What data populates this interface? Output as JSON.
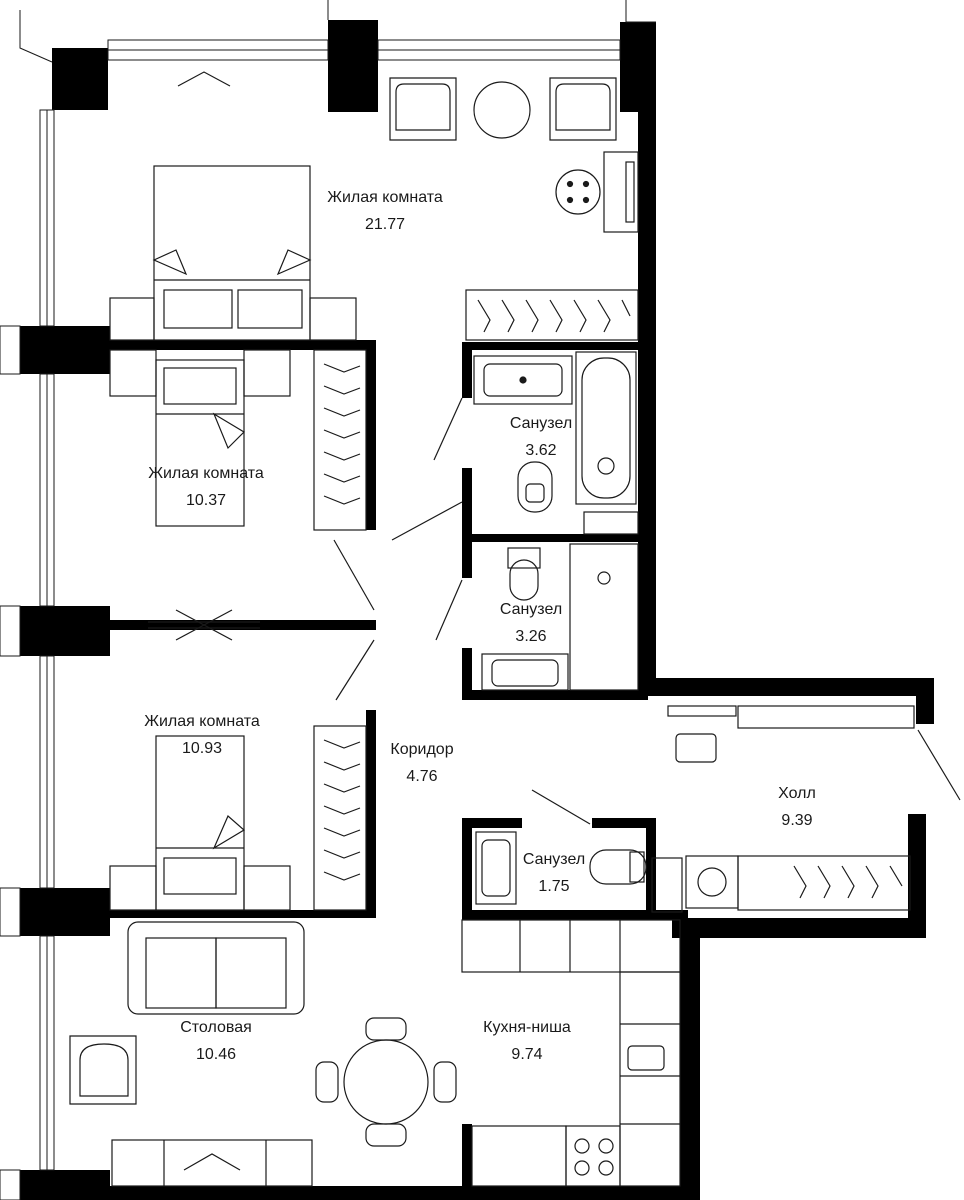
{
  "rooms": {
    "living_main": {
      "name": "Жилая комната",
      "area": "21.77"
    },
    "bath_1": {
      "name": "Санузел",
      "area": "3.62"
    },
    "living_1": {
      "name": "Жилая комната",
      "area": "10.37"
    },
    "bath_2": {
      "name": "Санузел",
      "area": "3.26"
    },
    "living_2": {
      "name": "Жилая комната",
      "area": "10.93"
    },
    "corridor": {
      "name": "Коридор",
      "area": "4.76"
    },
    "hall": {
      "name": "Холл",
      "area": "9.39"
    },
    "bath_3": {
      "name": "Санузел",
      "area": "1.75"
    },
    "dining": {
      "name": "Столовая",
      "area": "10.46"
    },
    "kitchen": {
      "name": "Кухня-ниша",
      "area": "9.74"
    }
  },
  "colors": {
    "wall": "#000000",
    "line": "#1a1a1a",
    "background": "#ffffff"
  }
}
